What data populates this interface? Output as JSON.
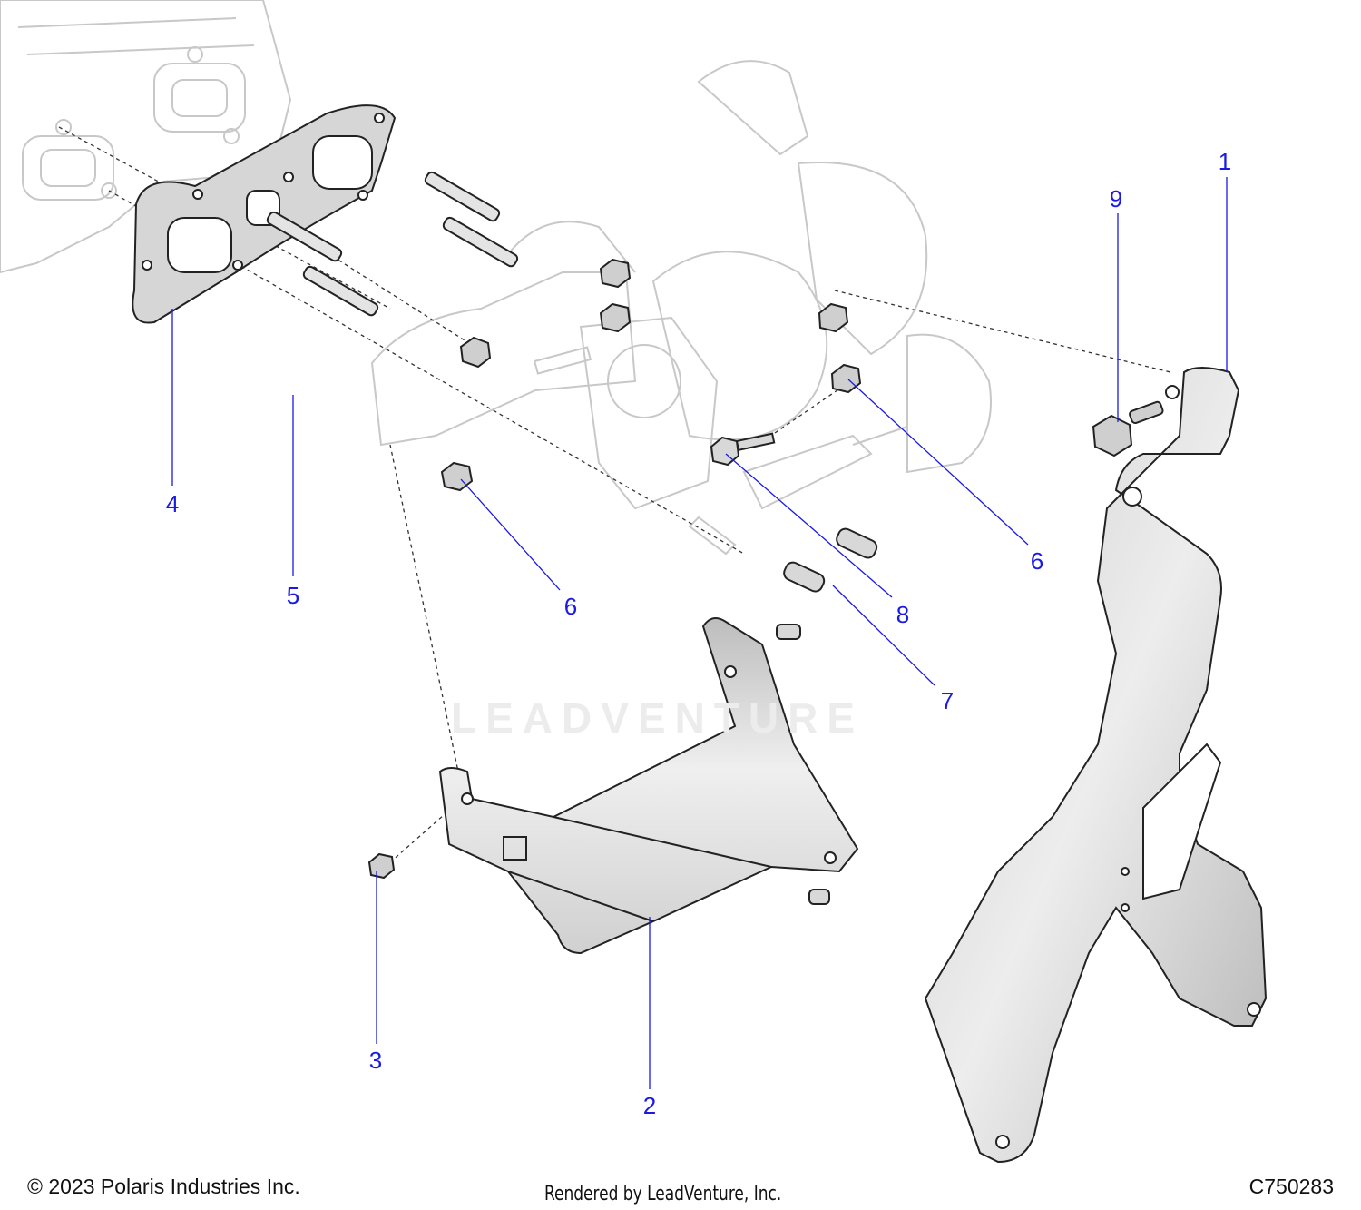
{
  "diagram": {
    "watermark_text": "LEADVENTURE",
    "colors": {
      "callout": "#1a1ae6",
      "part_fill": "#d6d6d6",
      "part_stroke": "#222222",
      "ghost_stroke": "#c8c8c8"
    },
    "callouts": [
      {
        "id": "1",
        "label": "1"
      },
      {
        "id": "2",
        "label": "2"
      },
      {
        "id": "3",
        "label": "3"
      },
      {
        "id": "4",
        "label": "4"
      },
      {
        "id": "5",
        "label": "5"
      },
      {
        "id": "6a",
        "label": "6"
      },
      {
        "id": "6b",
        "label": "6"
      },
      {
        "id": "7",
        "label": "7"
      },
      {
        "id": "8",
        "label": "8"
      },
      {
        "id": "9",
        "label": "9"
      }
    ]
  },
  "footer": {
    "copyright": "© 2023 Polaris Industries Inc.",
    "rendered_by": "Rendered by LeadVenture, Inc.",
    "diagram_code": "C750283"
  }
}
